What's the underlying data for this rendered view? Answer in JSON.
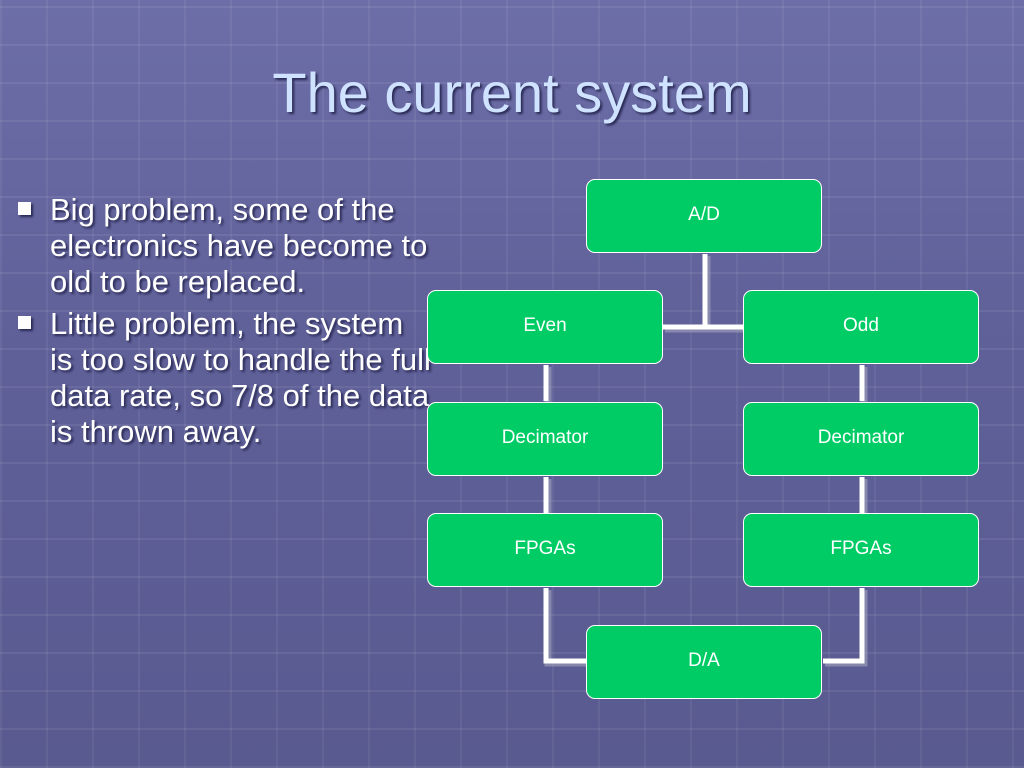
{
  "slide": {
    "title": "The current system",
    "bullets": [
      "Big problem, some of the electronics have become to old to be replaced.",
      "Little problem, the system is too slow to handle the full data rate, so 7/8 of the data is thrown away."
    ]
  },
  "diagram": {
    "nodes": {
      "ad": "A/D",
      "even": "Even",
      "odd": "Odd",
      "decimator_left": "Decimator",
      "decimator_right": "Decimator",
      "fpgas_left": "FPGAs",
      "fpgas_right": "FPGAs",
      "da": "D/A"
    }
  },
  "colors": {
    "node_fill": "#00cc66",
    "title_text": "#cfe2ff",
    "connector": "#ffffff"
  }
}
